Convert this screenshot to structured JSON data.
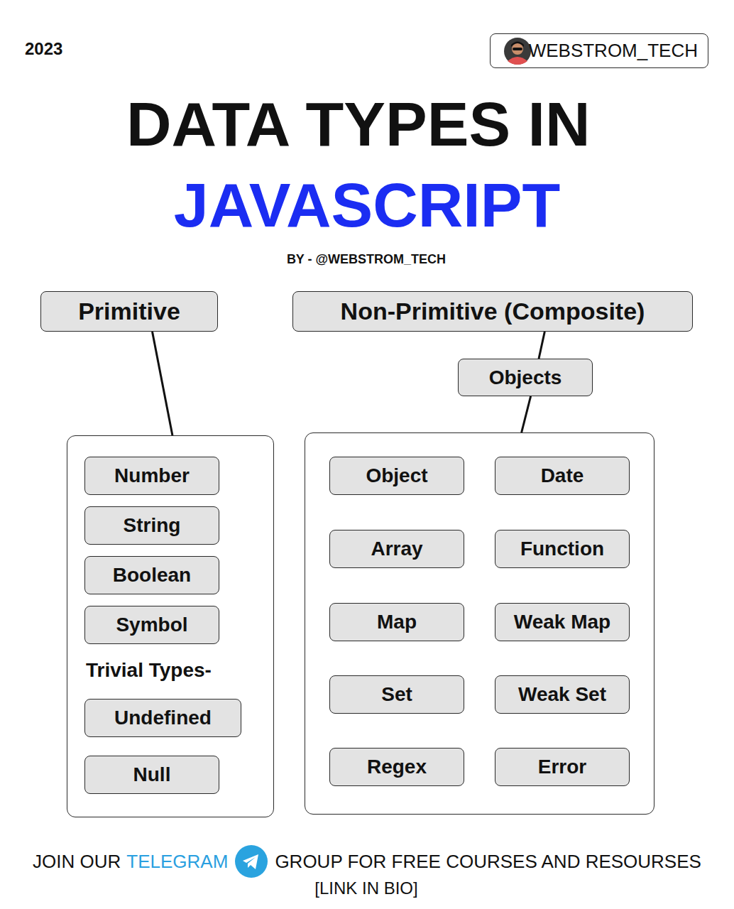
{
  "diagram": {
    "title": "DATA TYPES IN JAVASCRIPT",
    "nodes": [
      {
        "text": [
          "WEBSTROM_TECH"
        ]
      },
      {
        "text": [
          "Primitive"
        ]
      },
      {
        "text": [
          "Non-Primitive (Composite)"
        ]
      },
      {
        "text": [
          "Objects"
        ]
      },
      {
        "text": [
          "Trivial Types-"
        ]
      },
      {
        "text": [
          "Number"
        ],
        "in": 4
      },
      {
        "text": [
          "String"
        ],
        "in": 4
      },
      {
        "text": [
          "Boolean"
        ],
        "in": 4
      },
      {
        "text": [
          "Symbol"
        ],
        "in": 4
      },
      {
        "text": [
          "Undefined"
        ],
        "in": 4
      },
      {
        "text": [
          "Null"
        ],
        "in": 4
      },
      {
        "text": []
      },
      {
        "text": [
          "Object"
        ],
        "in": 11
      },
      {
        "text": [
          "Date"
        ],
        "in": 11
      },
      {
        "text": [
          "Array"
        ],
        "in": 11
      },
      {
        "text": [
          "Function"
        ],
        "in": 11
      },
      {
        "text": [
          "Map"
        ],
        "in": 11
      },
      {
        "text": [
          "Weak Map"
        ],
        "in": 11
      },
      {
        "text": [
          "Set"
        ],
        "in": 11
      },
      {
        "text": [
          "Weak Set"
        ],
        "in": 11
      },
      {
        "text": [
          "Regex"
        ],
        "in": 11
      },
      {
        "text": [
          "Error"
        ],
        "in": 11
      }
    ],
    "edges": [
      {
        "from": 1,
        "to": 4,
        "arrow": "none"
      },
      {
        "from": 2,
        "to": 3,
        "arrow": "none"
      },
      {
        "from": 3,
        "to": 11,
        "arrow": "none"
      }
    ],
    "labels": [
      "2023",
      "BY - @WEBSTROM_TECH",
      "JOIN OUR",
      "TELEGRAM",
      "GROUP FOR FREE COURSES AND RESOURSES",
      "[LINK IN BIO]"
    ]
  }
}
